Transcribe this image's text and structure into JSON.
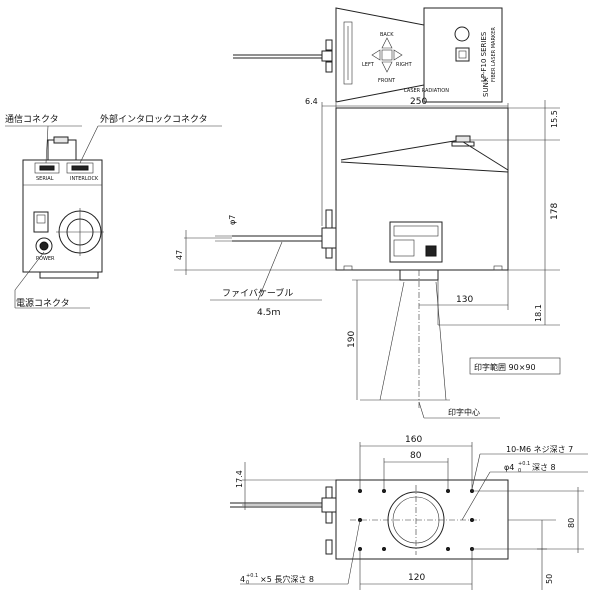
{
  "labels": {
    "comm_connector": "通信コネクタ",
    "interlock_connector": "外部インタロックコネクタ",
    "fiber_cable": "ファイバケーブル",
    "fiber_length": "4.5ｍ",
    "power_connector": "電源コネクタ",
    "print_range": "印字範囲 90×90",
    "print_center": "印字中心",
    "tap_note": "10-M6 ネジ深さ 7",
    "hole_note_main": "φ4",
    "hole_note_sup": "+0.1",
    "hole_note_sub": "0",
    "hole_note_depth": " 深さ 8",
    "slot_note_main": "4",
    "slot_note_sup": "+0.1",
    "slot_note_sub": "0",
    "slot_note_rest": "×5 長穴深さ 8",
    "front_panel_serial": "SERIAL",
    "front_panel_interlock": "INTERLOCK",
    "front_panel_power": "POWER",
    "top_label_model": "LP-F10 SERIES",
    "top_label_sub": "FIBER LASER MARKER",
    "top_label_laser": "LASER RADIATION",
    "top_label_brand": "SUNX",
    "top_label_front": "FRONT",
    "top_label_back": "BACK",
    "top_label_left": "LEFT",
    "top_label_right": "RIGHT"
  },
  "dimensions": {
    "d_6_4": "6.4",
    "d_250": "250",
    "d_15_5": "15.5",
    "d_178": "178",
    "d_phi7": "φ7",
    "d_47": "47",
    "d_130": "130",
    "d_18_1": "18.1",
    "d_190": "190",
    "d_160": "160",
    "d_80_top": "80",
    "d_17_4": "17.4",
    "d_80_right": "80",
    "d_120": "120",
    "d_50": "50"
  }
}
